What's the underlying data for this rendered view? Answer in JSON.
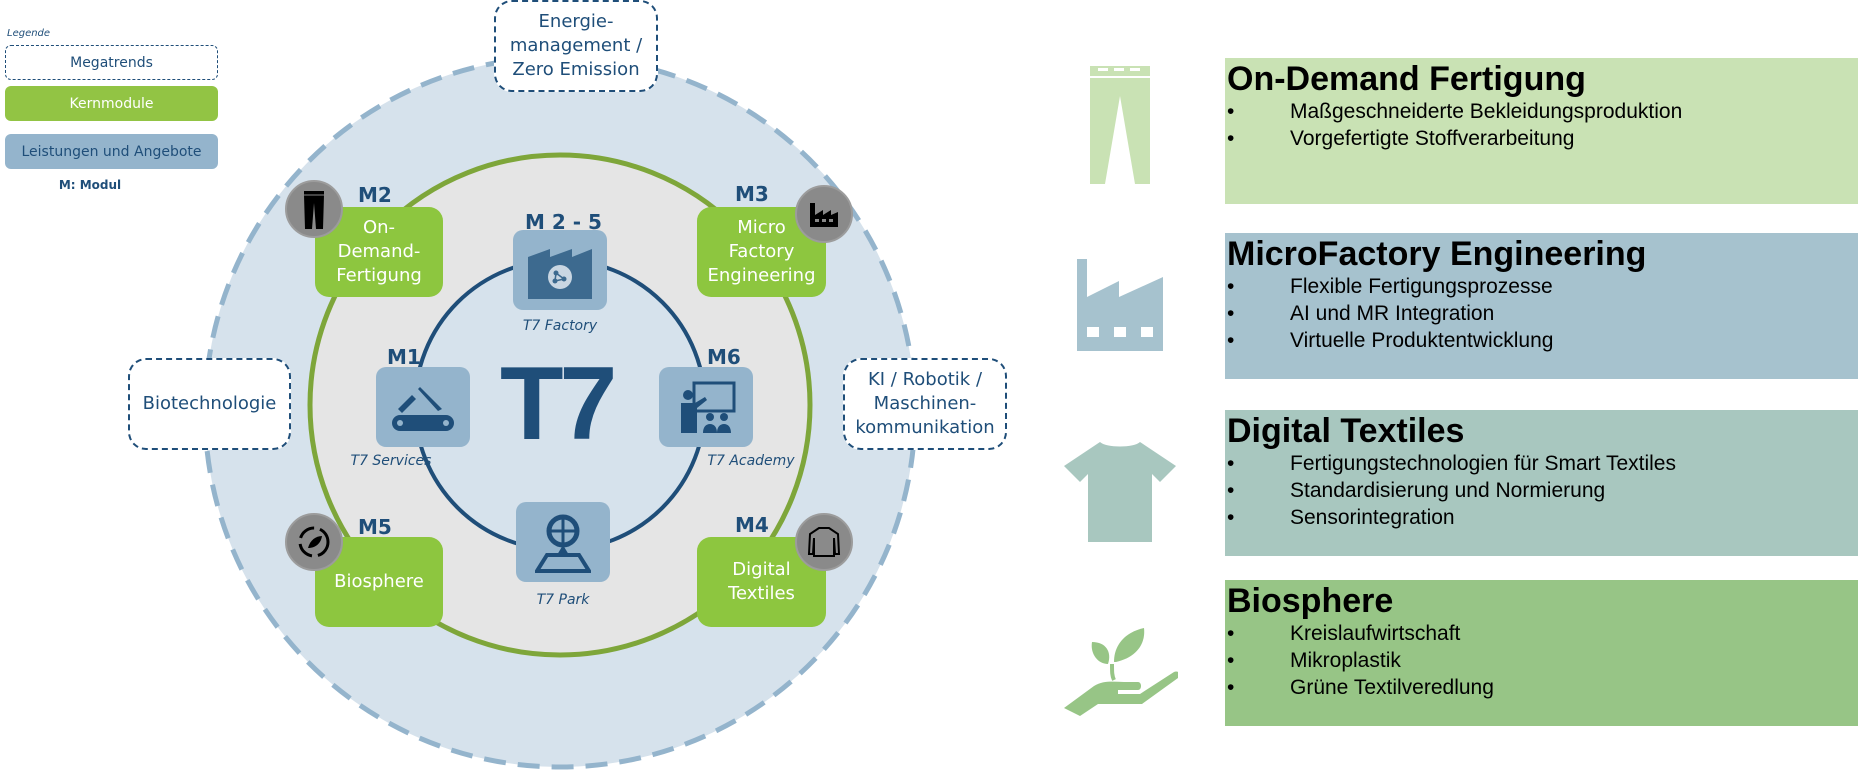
{
  "legend": {
    "title": "Legende",
    "items": [
      {
        "label": "Megatrends",
        "style": "dashed-outline"
      },
      {
        "label": "Kernmodule",
        "color": "#92c444"
      },
      {
        "label": "Leistungen und Angebote",
        "color": "#94b4cc"
      }
    ],
    "note": "M: Modul"
  },
  "megatrends": {
    "top": "Energie-\nmanagement /\nZero Emission",
    "left": "Biotechnologie",
    "right": "KI / Robotik /\nMaschinen-\nkommunikation"
  },
  "center": {
    "title": "T7"
  },
  "core_modules": [
    {
      "id": "M2",
      "label": "On-\nDemand-\nFertigung",
      "icon": "trousers-icon"
    },
    {
      "id": "M3",
      "label": "Micro\nFactory\nEngineering",
      "icon": "factory-icon"
    },
    {
      "id": "M5",
      "label": "Biosphere",
      "icon": "recycle-leaf-icon"
    },
    {
      "id": "M4",
      "label": "Digital\nTextiles",
      "icon": "sweater-icon"
    }
  ],
  "services": [
    {
      "id": "M 2 - 5",
      "label": "T7 Factory",
      "icon": "factory-brain-icon"
    },
    {
      "id": "M1",
      "label": "T7 Services",
      "icon": "multitool-icon"
    },
    {
      "id": "M6",
      "label": "T7 Academy",
      "icon": "teacher-board-icon"
    },
    {
      "id": "",
      "label": "T7 Park",
      "icon": "map-pin-icon"
    }
  ],
  "colors": {
    "outer_circle": "#d6e2ec",
    "inner_circle": "#e5e5e5",
    "center_circle": "#d6e2ec",
    "green_ring": "#7ea63a",
    "blue_ring": "#1f4e79",
    "dashed_outer": "#94b4cc",
    "core_module": "#8dc63f",
    "service": "#94b4cc",
    "text_blue": "#1f4e79"
  },
  "panels": [
    {
      "title": "On-Demand Fertigung",
      "color": "#c9e2b4",
      "icon": "trousers-icon",
      "icon_color": "#c9e2b4",
      "bullets": [
        "Maßgeschneiderte Bekleidungsproduktion",
        "Vorgefertigte Stoffverarbeitung"
      ]
    },
    {
      "title": "MicroFactory Engineering",
      "color": "#a6c2ce",
      "icon": "factory-icon",
      "icon_color": "#a6c2ce",
      "bullets": [
        "Flexible Fertigungsprozesse",
        "AI und MR Integration",
        "Virtuelle Produktentwicklung"
      ]
    },
    {
      "title": "Digital Textiles",
      "color": "#a8c7bf",
      "icon": "tshirt-icon",
      "icon_color": "#a8c7bf",
      "bullets": [
        "Fertigungstechnologien für Smart Textiles",
        "Standardisierung und Normierung",
        "Sensorintegration"
      ]
    },
    {
      "title": "Biosphere",
      "color": "#97c586",
      "icon": "hand-plant-icon",
      "icon_color": "#97c586",
      "bullets": [
        "Kreislaufwirtschaft",
        "Mikroplastik",
        "Grüne Textilveredlung"
      ]
    }
  ],
  "bullet_char": "•"
}
